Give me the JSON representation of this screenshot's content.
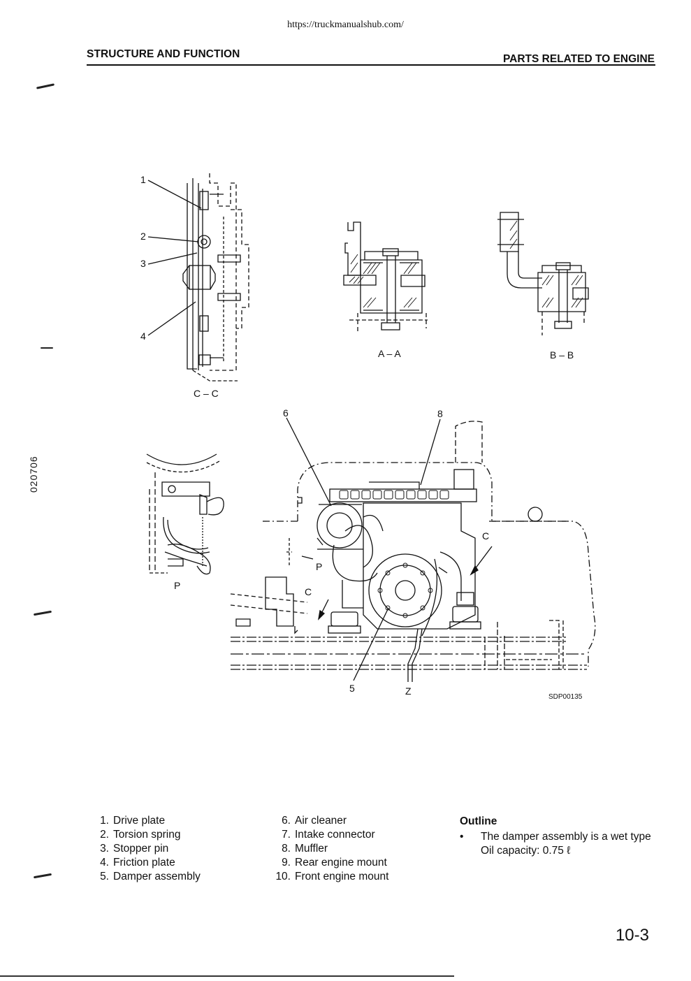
{
  "url": "https://truckmanualshub.com/",
  "header": {
    "section": "STRUCTURE AND FUNCTION",
    "topic": "PARTS RELATED TO ENGINE"
  },
  "side_code": "020706",
  "figure": {
    "view_cc": "C – C",
    "view_aa": "A – A",
    "view_bb": "B – B",
    "view_p": "P",
    "callouts": [
      "1",
      "2",
      "3",
      "4",
      "5",
      "6",
      "8"
    ],
    "letters": {
      "p": "P",
      "c": "C",
      "z": "Z"
    },
    "figure_code": "SDP00135"
  },
  "parts_left": [
    {
      "num": "1.",
      "name": "Drive plate"
    },
    {
      "num": "2.",
      "name": "Torsion spring"
    },
    {
      "num": "3.",
      "name": "Stopper pin"
    },
    {
      "num": "4.",
      "name": "Friction plate"
    },
    {
      "num": "5.",
      "name": "Damper assembly"
    }
  ],
  "parts_right": [
    {
      "num": "6.",
      "name": "Air cleaner"
    },
    {
      "num": "7.",
      "name": "Intake connector"
    },
    {
      "num": "8.",
      "name": "Muffler"
    },
    {
      "num": "9.",
      "name": "Rear engine mount"
    },
    {
      "num": "10.",
      "name": "Front engine mount"
    }
  ],
  "outline": {
    "title": "Outline",
    "bullet": "•",
    "line1": "The damper assembly is a wet type",
    "line2": "Oil capacity: 0.75 ℓ"
  },
  "page_number": "10-3"
}
